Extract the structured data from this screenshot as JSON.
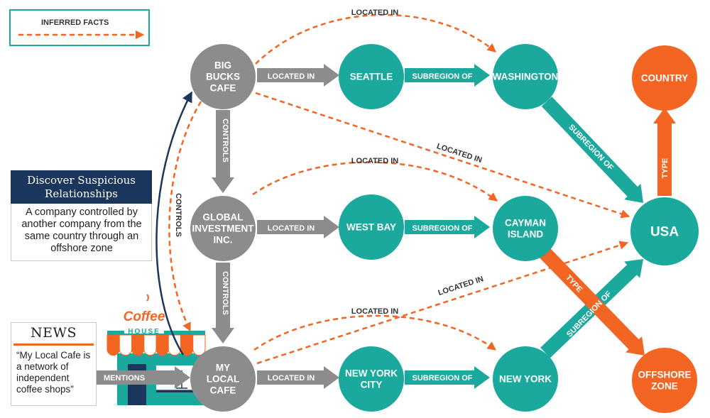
{
  "legend": {
    "label": "INFERRED FACTS"
  },
  "side_panel": {
    "title": "Discover Suspicious Relationships",
    "body": "A company controlled by another company from the same country through an offshore zone"
  },
  "news": {
    "title": "NEWS",
    "quote": "“My Local Cafe is a network of independent coffee shops”"
  },
  "cafe_sign": {
    "line1": "Coffee",
    "line2": "HOUSE"
  },
  "nodes": {
    "big_bucks": [
      "BIG",
      "BUCKS",
      "CAFE"
    ],
    "global_inv": [
      "GLOBAL",
      "INVESTMENT",
      "INC."
    ],
    "my_local": [
      "MY",
      "LOCAL",
      "CAFE"
    ],
    "seattle": [
      "SEATTLE"
    ],
    "west_bay": [
      "WEST BAY"
    ],
    "nyc": [
      "NEW YORK",
      "CITY"
    ],
    "washington": [
      "WASHINGTON"
    ],
    "cayman": [
      "CAYMAN",
      "ISLAND"
    ],
    "new_york": [
      "NEW YORK"
    ],
    "usa": [
      "USA"
    ],
    "country": [
      "COUNTRY"
    ],
    "offshore": [
      "OFFSHORE",
      "ZONE"
    ]
  },
  "edge_labels": {
    "located_in": "LOCATED IN",
    "subregion_of": "SUBREGION OF",
    "controls": "CONTROLS",
    "mentions": "MENTIONS",
    "type": "TYPE"
  },
  "colors": {
    "gray_node": "#8c8c8c",
    "teal_node": "#1aa99c",
    "orange_node": "#f26522",
    "navy": "#1b365d",
    "inferred": "#f26522"
  }
}
